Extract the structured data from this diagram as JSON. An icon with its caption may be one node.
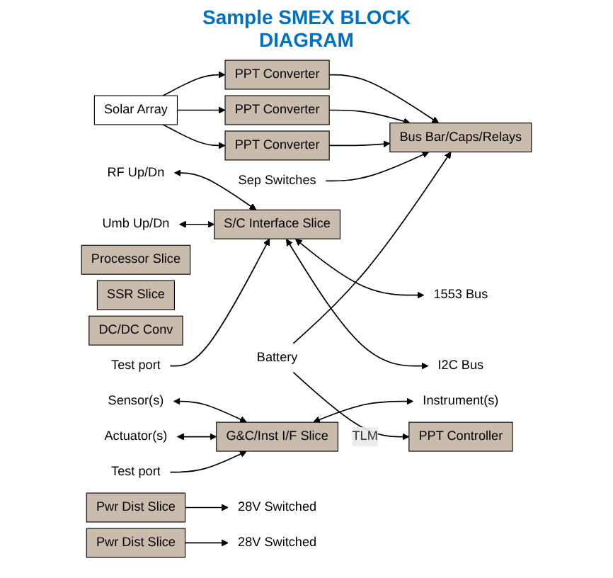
{
  "diagram": {
    "title": "Sample SMEX BLOCK DIAGRAM",
    "nodes": [
      {
        "text": [
          "Solar Array"
        ]
      },
      {
        "text": [
          "PPT Converter"
        ]
      },
      {
        "text": [
          "PPT Converter"
        ]
      },
      {
        "text": [
          "PPT Converter"
        ]
      },
      {
        "text": [
          "Bus Bar/Caps/Relays"
        ]
      },
      {
        "text": [
          "PPT Controller"
        ]
      },
      {
        "text": [
          "Pwr Dist Slice"
        ]
      },
      {
        "text": [
          "Pwr Dist Slice"
        ]
      },
      {
        "text": [
          "S/C Interface Slice"
        ]
      },
      {
        "text": [
          "Processor Slice"
        ]
      },
      {
        "text": [
          "SSR Slice"
        ]
      },
      {
        "text": [
          "G&C/Inst I/F Slice"
        ]
      },
      {
        "text": [
          "DC/DC Conv"
        ]
      },
      {
        "text": [
          "Sep Switches"
        ]
      },
      {
        "text": [
          "Battery"
        ]
      },
      {
        "text": [
          "28V Switched"
        ]
      },
      {
        "text": [
          "28V Switched"
        ]
      },
      {
        "text": [
          "RF Up/Dn"
        ]
      },
      {
        "text": [
          "Umb Up/Dn"
        ]
      },
      {
        "text": [
          "1553 Bus"
        ]
      },
      {
        "text": [
          "I2C Bus"
        ]
      },
      {
        "text": [
          "Test port"
        ]
      },
      {
        "text": [
          "Sensor(s)"
        ]
      },
      {
        "text": [
          "Actuator(s)"
        ]
      },
      {
        "text": [
          "Instrument(s)"
        ]
      },
      {
        "text": [
          "Test port"
        ]
      }
    ],
    "edges": [
      {
        "from": 0,
        "to": 1,
        "arrow": "to"
      },
      {
        "from": 0,
        "to": 2,
        "arrow": "to"
      },
      {
        "from": 0,
        "to": 3,
        "arrow": "to"
      },
      {
        "from": 1,
        "to": 4,
        "arrow": "to"
      },
      {
        "from": 2,
        "to": 4,
        "arrow": "to"
      },
      {
        "from": 3,
        "to": 4,
        "arrow": "to"
      },
      {
        "from": 13,
        "to": 4,
        "arrow": "to"
      },
      {
        "from": 14,
        "to": 4,
        "arrow": "to"
      },
      {
        "from": 14,
        "to": 5,
        "arrow": "to",
        "label": "TLM"
      },
      {
        "from": 6,
        "to": 15,
        "arrow": "to"
      },
      {
        "from": 7,
        "to": 16,
        "arrow": "to"
      },
      {
        "from": 17,
        "to": 8,
        "arrow": "both"
      },
      {
        "from": 18,
        "to": 8,
        "arrow": "both"
      },
      {
        "from": 8,
        "to": 19,
        "arrow": "both"
      },
      {
        "from": 8,
        "to": 20,
        "arrow": "both"
      },
      {
        "from": 21,
        "to": 8,
        "arrow": "to"
      },
      {
        "from": 22,
        "to": 11,
        "arrow": "both"
      },
      {
        "from": 23,
        "to": 11,
        "arrow": "both"
      },
      {
        "from": 11,
        "to": 24,
        "arrow": "both"
      },
      {
        "from": 25,
        "to": 11,
        "arrow": "to"
      }
    ]
  }
}
